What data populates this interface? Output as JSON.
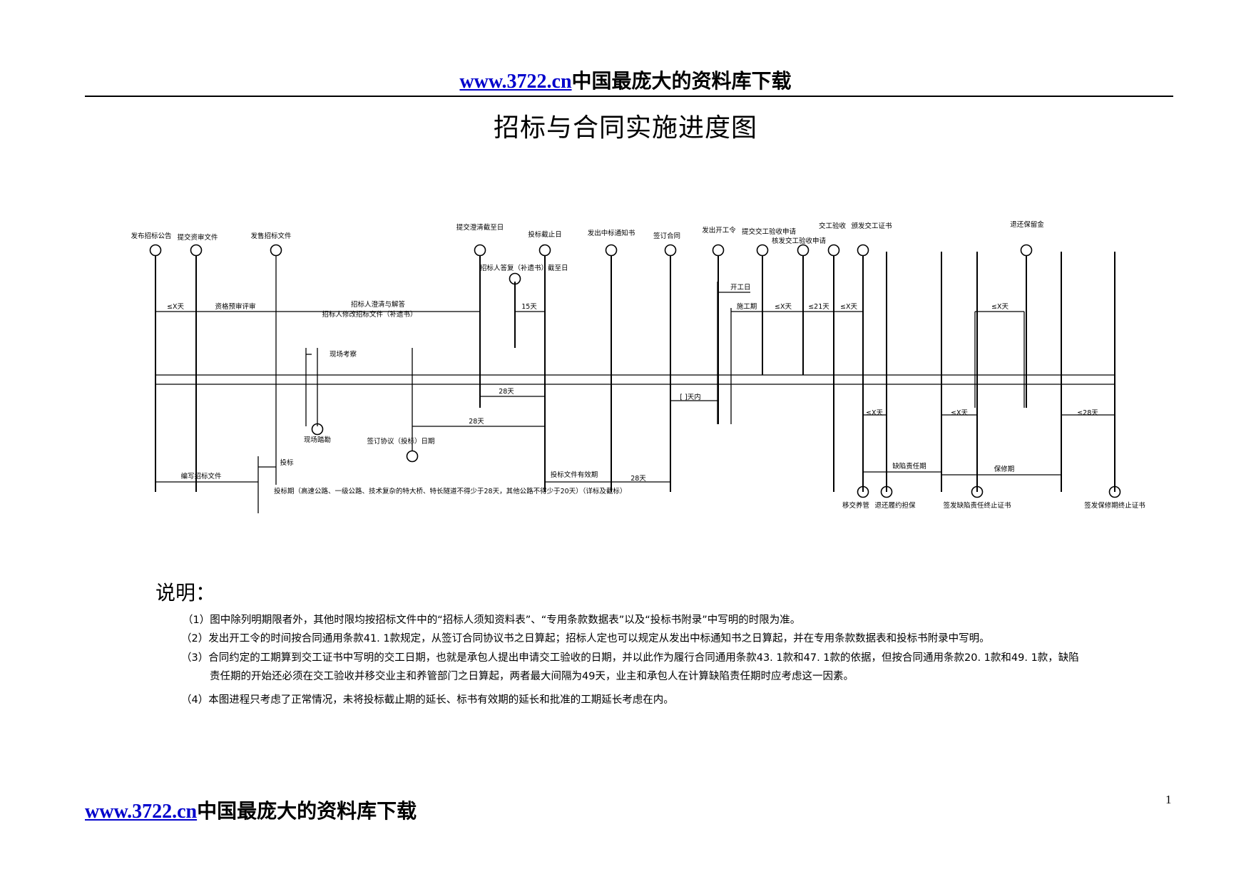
{
  "header": {
    "link": "www.3722.cn",
    "tagline": "中国最庞大的资料库下载"
  },
  "title": "招标与合同实施进度图",
  "diagram": {
    "top_milestones": [
      "发布招标公告",
      "提交资审文件",
      "发售招标文件",
      "提交澄清截至日",
      "投标截止日",
      "发出中标通知书",
      "签订合同",
      "发出开工令",
      "提交交工验收申请",
      "交工验收",
      "颁发交工证书",
      "退还保留金"
    ],
    "mid_labels": [
      "招标人答复（补遗书）截至日",
      "核发交工验收申请",
      "开工日"
    ],
    "period_labels": [
      "≤X天",
      "资格预审评审",
      "招标人澄清与解答",
      "招标人修改招标文件（补遗书）",
      "15天",
      "施工期",
      "≤X天",
      "≤21天",
      "≤X天",
      "≤X天"
    ],
    "lower_labels": [
      "现场考察",
      "28天",
      "28天",
      "[ ]天内",
      "≤X天",
      "≤X天",
      "≤28天",
      "编写招标文件",
      "投标",
      "投标文件有效期",
      "28天",
      "缺陷责任期",
      "保修期"
    ],
    "lower_milestones": [
      "现场踏勘",
      "签订协议（投标）日期"
    ],
    "bottom_note": "投标期（高速公路、一级公路、技术复杂的特大桥、特长隧道不得少于28天，其他公路不得少于20天）（详标及截标）",
    "bottom_milestones": [
      "移交养管",
      "退还履约担保",
      "签发缺陷责任终止证书",
      "签发保修期终止证书"
    ]
  },
  "notes": {
    "heading": "说明：",
    "items": [
      "（1）图中除列明期限者外，其他时限均按招标文件中的“招标人须知资料表”、“专用条款数据表”以及“投标书附录”中写明的时限为准。",
      "（2）发出开工令的时间按合同通用条款41. 1款规定，从签订合同协议书之日算起；招标人定也可以规定从发出中标通知书之日算起，并在专用条款数据表和投标书附录中写明。",
      "（3）合同约定的工期算到交工证书中写明的交工日期，也就是承包人提出申请交工验收的日期，并以此作为履行合同通用条款43. 1款和47. 1款的依据，但按合同通用条款20. 1款和49. 1款，缺陷",
      "责任期的开始还必须在交工验收并移交业主和养管部门之日算起，两者最大间隔为49天，业主和承包人在计算缺陷责任期时应考虑这一因素。",
      "（4）本图进程只考虑了正常情况，未将投标截止期的延长、标书有效期的延长和批准的工期延长考虑在内。"
    ]
  },
  "footer": {
    "link": "www.3722.cn",
    "tagline": "中国最庞大的资料库下载"
  },
  "page_number": "1"
}
